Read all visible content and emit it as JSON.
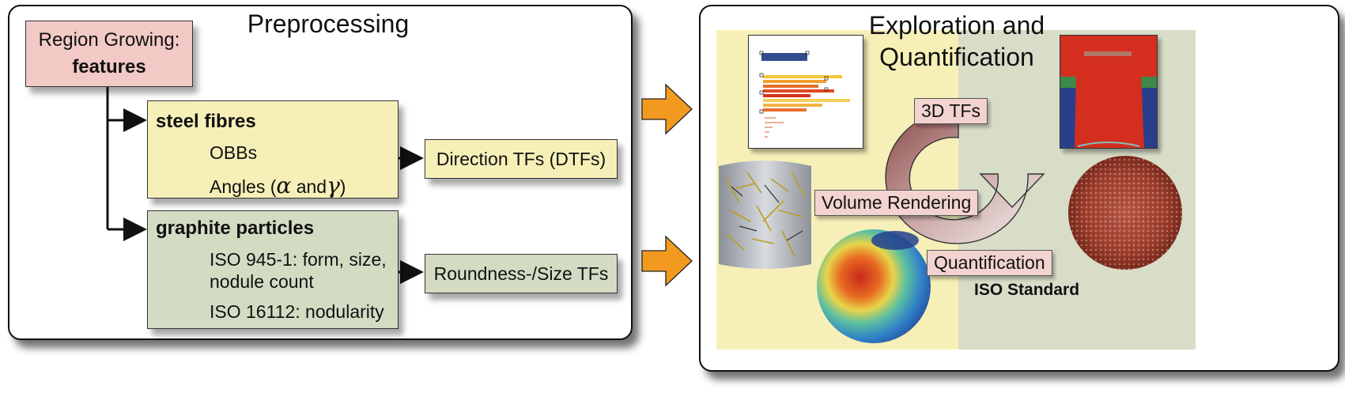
{
  "preprocessing": {
    "title": "Preprocessing",
    "region_growing": {
      "line1": "Region Growing:",
      "line2": "features"
    },
    "steel": {
      "title": "steel fibres",
      "items": [
        "OBBs",
        "Angles (",
        "and",
        ")"
      ]
    },
    "graphite": {
      "title": "graphite particles",
      "iso945_line1": "ISO 945-1: form, size,",
      "iso945_line2": "nodule count",
      "iso16112": "ISO 16112: nodularity"
    },
    "direction_tfs": "Direction TFs (DTFs)",
    "roundness_tfs": "Roundness-/Size TFs"
  },
  "exploration": {
    "title_line1": "Exploration and",
    "title_line2": "Quantification",
    "cycle": [
      "3D TFs",
      "Volume Rendering",
      "Quantification"
    ],
    "iso_standard": "ISO Standard"
  },
  "colors": {
    "pink": "#f2c9c5",
    "yellow": "#f6f0b8",
    "green": "#d3dcc3",
    "orange_arrow": "#f29a1f"
  }
}
